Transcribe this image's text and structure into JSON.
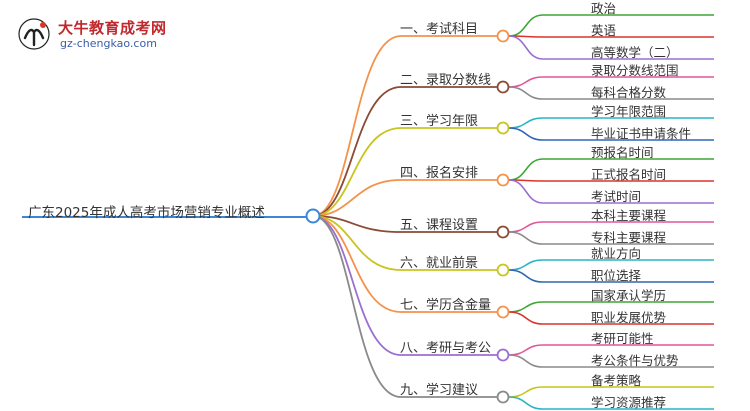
{
  "logo": {
    "title": "大牛教育成考网",
    "url": "gz-chengkao.com"
  },
  "root": {
    "label": "广东2025年成人高考市场营销专业概述"
  },
  "branches": [
    {
      "label": "一、考试科目",
      "color": "#f5924a",
      "children": [
        {
          "label": "政治",
          "color": "#3fa535"
        },
        {
          "label": "英语",
          "color": "#d9352c"
        },
        {
          "label": "高等数学（二）",
          "color": "#9b6fd1"
        }
      ]
    },
    {
      "label": "二、录取分数线",
      "color": "#8b4a35",
      "children": [
        {
          "label": "录取分数线范围",
          "color": "#e2579a"
        },
        {
          "label": "每科合格分数",
          "color": "#8a8a8a"
        }
      ]
    },
    {
      "label": "三、学习年限",
      "color": "#c9c41e",
      "children": [
        {
          "label": "学习年限范围",
          "color": "#2bb3c4"
        },
        {
          "label": "毕业证书申请条件",
          "color": "#2f66b3"
        }
      ]
    },
    {
      "label": "四、报名安排",
      "color": "#f5924a",
      "children": [
        {
          "label": "预报名时间",
          "color": "#3fa535"
        },
        {
          "label": "正式报名时间",
          "color": "#d9352c"
        },
        {
          "label": "考试时间",
          "color": "#9b6fd1"
        }
      ]
    },
    {
      "label": "五、课程设置",
      "color": "#8b4a35",
      "children": [
        {
          "label": "本科主要课程",
          "color": "#e2579a"
        },
        {
          "label": "专科主要课程",
          "color": "#8a8a8a"
        }
      ]
    },
    {
      "label": "六、就业前景",
      "color": "#c9c41e",
      "children": [
        {
          "label": "就业方向",
          "color": "#2bb3c4"
        },
        {
          "label": "职位选择",
          "color": "#2f66b3"
        }
      ]
    },
    {
      "label": "七、学历含金量",
      "color": "#f5924a",
      "children": [
        {
          "label": "国家承认学历",
          "color": "#3fa535"
        },
        {
          "label": "职业发展优势",
          "color": "#d9352c"
        }
      ]
    },
    {
      "label": "八、考研与考公",
      "color": "#9b6fd1",
      "children": [
        {
          "label": "考研可能性",
          "color": "#e2579a"
        },
        {
          "label": "考公条件与优势",
          "color": "#8a8a8a"
        }
      ]
    },
    {
      "label": "九、学习建议",
      "color": "#8a8a8a",
      "children": [
        {
          "label": "备考策略",
          "color": "#c9c41e"
        },
        {
          "label": "学习资源推荐",
          "color": "#2bb3c4"
        }
      ]
    }
  ]
}
